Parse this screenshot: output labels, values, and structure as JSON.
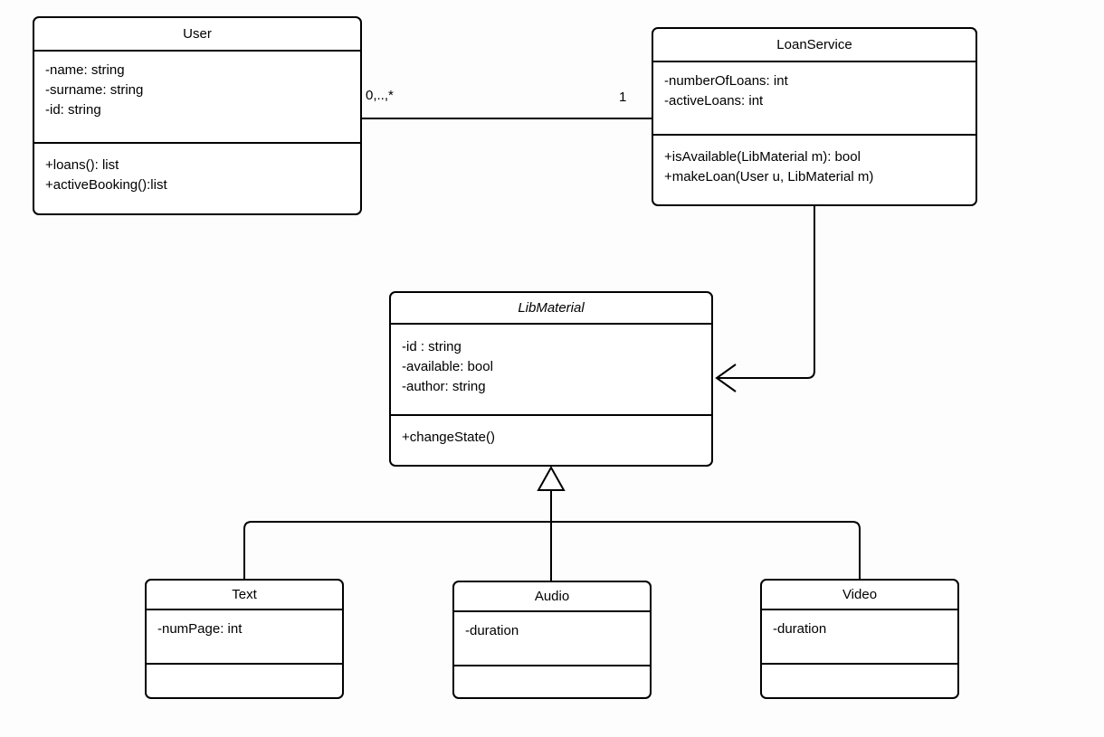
{
  "diagram": {
    "kind": "uml-class-diagram",
    "colors": {
      "stroke": "#000000",
      "box_fill": "#ffffff",
      "background": "#fdfdfd"
    },
    "classes": {
      "user": {
        "name": "User",
        "attributes": [
          "-name: string",
          "-surname: string",
          "-id: string"
        ],
        "methods": [
          "+loans(): list",
          "+activeBooking():list"
        ]
      },
      "loan_service": {
        "name": "LoanService",
        "attributes": [
          "-numberOfLoans: int",
          "-activeLoans: int"
        ],
        "methods": [
          "+isAvailable(LibMaterial m): bool",
          "+makeLoan(User u, LibMaterial m)"
        ]
      },
      "lib_material": {
        "name": "LibMaterial",
        "abstract": true,
        "attributes": [
          "-id : string",
          "-available: bool",
          "-author: string"
        ],
        "methods": [
          "+changeState()"
        ]
      },
      "text": {
        "name": "Text",
        "attributes": [
          "-numPage: int"
        ],
        "methods": []
      },
      "audio": {
        "name": "Audio",
        "attributes": [
          "-duration"
        ],
        "methods": []
      },
      "video": {
        "name": "Video",
        "attributes": [
          "-duration"
        ],
        "methods": []
      }
    },
    "associations": {
      "user_loanservice": {
        "multiplicity_user_end": "0,..,*",
        "multiplicity_loanservice_end": "1"
      },
      "loanservice_libmaterial": {
        "type": "directed-arrow"
      },
      "libmaterial_children": {
        "type": "generalization",
        "children": [
          "Text",
          "Audio",
          "Video"
        ]
      }
    }
  }
}
